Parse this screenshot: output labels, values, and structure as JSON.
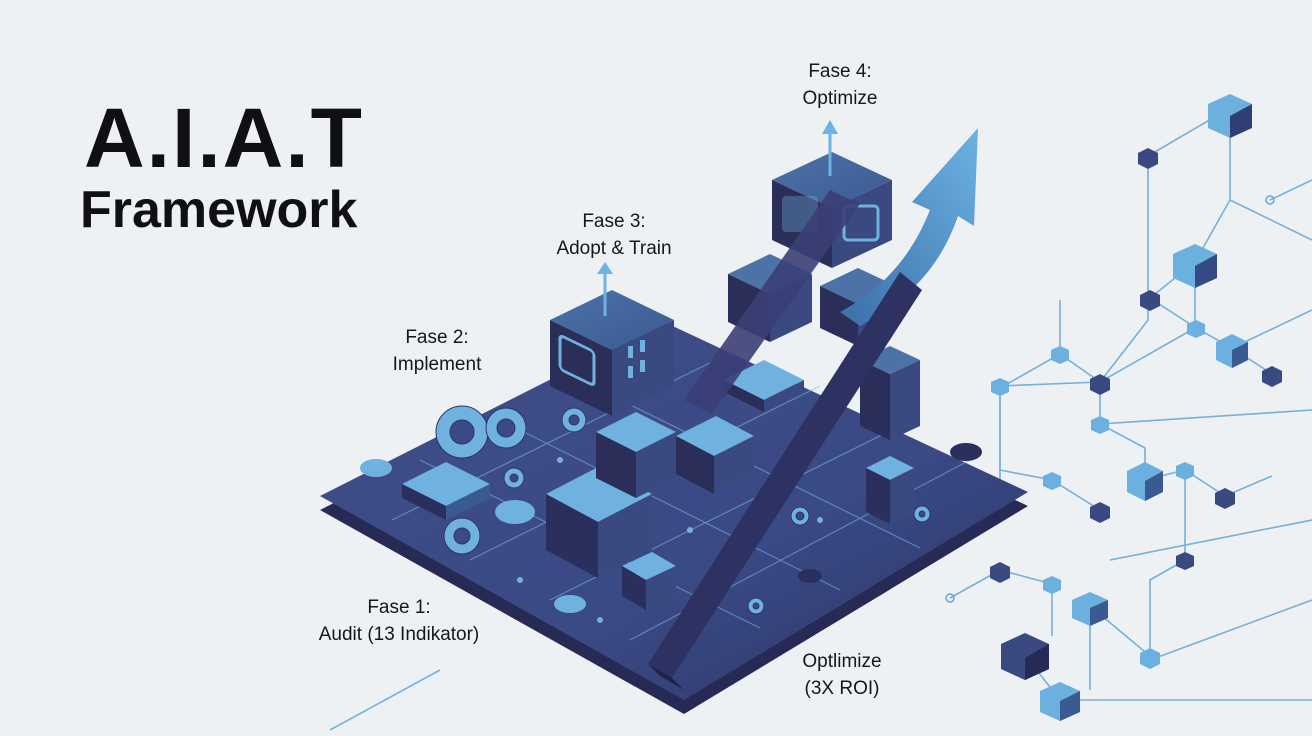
{
  "title": {
    "line1": "A.I.A.T",
    "line2": "Framework"
  },
  "phases": [
    {
      "phase": "Fase 1:",
      "name": "Audit (13 Indikator)"
    },
    {
      "phase": "Fase 2:",
      "name": "Implement"
    },
    {
      "phase": "Fase 3:",
      "name": "Adopt & Train"
    },
    {
      "phase": "Fase 4:",
      "name": "Optimize"
    }
  ],
  "outcome": {
    "line1": "Optlimize",
    "line2": "(3X ROI)"
  },
  "colors": {
    "background": "#eef1f4",
    "platform": "#3a3f75",
    "accent": "#5b9fd6",
    "dark_block": "#2b2e58",
    "arrow": "#4a8cc4"
  }
}
